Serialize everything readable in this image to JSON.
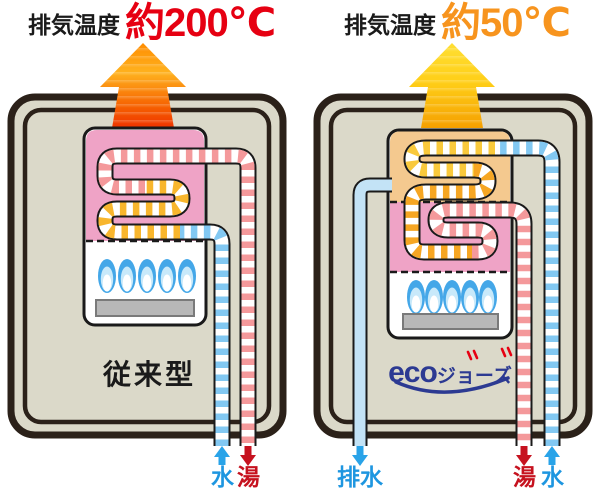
{
  "left": {
    "exhaust_label": "排気温度",
    "exhaust_value": "約200℃",
    "type_label": "従来型",
    "water_label": "水",
    "hot_label": "湯"
  },
  "right": {
    "exhaust_label": "排気温度",
    "exhaust_value": "約50℃",
    "logo_eco": "eco",
    "logo_suffix": "ジョーズ",
    "drain_label": "排水",
    "hot_label": "湯",
    "water_label": "水"
  },
  "colors": {
    "exhaust_value_left": "#e60012",
    "exhaust_value_right": "#f7941e",
    "case_fill": "#dbd9c9",
    "case_border": "#2b2119",
    "primary_hx_pink": "#efa3c6",
    "secondary_hx_tan": "#f4c98f",
    "pipe_blue": "#82c8f2",
    "pipe_yellow": "#f9c93c",
    "pipe_orange": "#f6a623",
    "pipe_red": "#f4999b",
    "drain_fill": "#c3e3f6",
    "flame_blue": "#44a7e8",
    "label_blue": "#1e96e0",
    "label_red": "#c6121f",
    "logo_blue": "#2c3a92"
  }
}
